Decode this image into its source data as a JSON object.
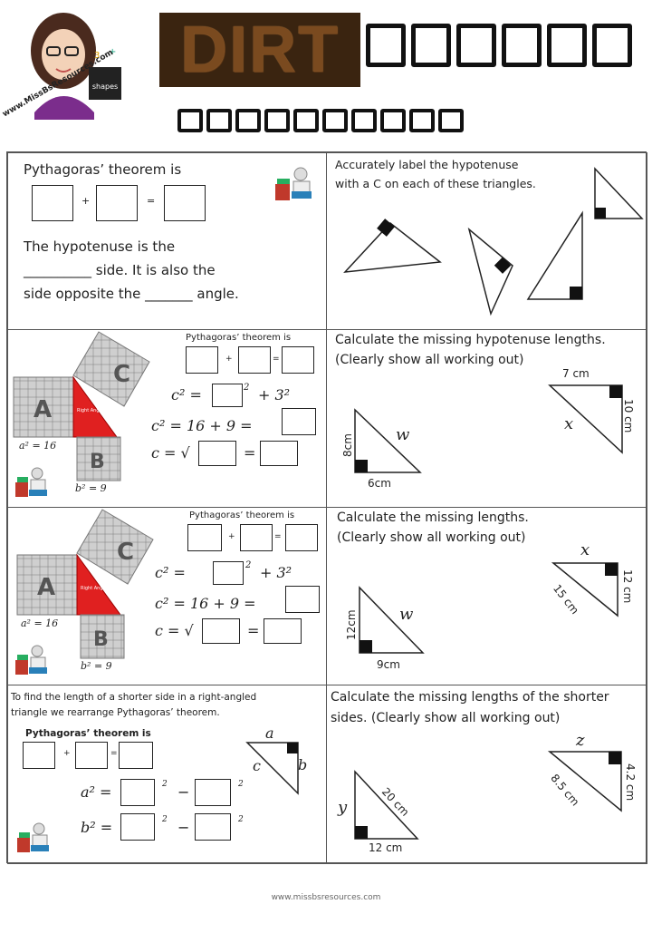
{
  "header": {
    "title": "DIRT",
    "title_box_count": 6,
    "subtitle_box_count": 10,
    "logo_url": "www.MissBsResources.com"
  },
  "sec1": {
    "left_line1": "Pythagoras’ theorem is",
    "plus": "+",
    "equals": "=",
    "hyp_line1": "The hypotenuse is the",
    "hyp_line2": "__________ side. It is also the",
    "hyp_line3": "side opposite the _______ angle.",
    "right_line1": "Accurately label the hypotenuse",
    "right_line2": "with a C on each of these triangles."
  },
  "sec2": {
    "theorem_small": "Pythagoras’ theorem is",
    "plus": "+",
    "equals": "=",
    "eq1": "c² =",
    "eq1_sq": "2",
    "eq1_tail": "+ 3²",
    "eq2": "c² = 16 + 9 =",
    "eq3": "c = √",
    "eq3_eq": "=",
    "sq_a": "A",
    "sq_b": "B",
    "sq_c": "C",
    "tri_label": "Right Angle Triangle",
    "a_label": "a² = 16",
    "b_label": "b² = 9",
    "right_line1": "Calculate the missing hypotenuse lengths.",
    "right_line2": "(Clearly show all working out)",
    "t1_top": "7 cm",
    "t1_side": "10 cm",
    "t1_var": "x",
    "t2_side": "8cm",
    "t2_bottom": "6cm",
    "t2_var": "w"
  },
  "sec3": {
    "theorem_small": "Pythagoras’ theorem is",
    "plus": "+",
    "equals": "=",
    "eq1": "c² =",
    "eq1_sq": "2",
    "eq1_tail": "+ 3²",
    "eq2": "c² = 16 + 9 =",
    "eq3": "c = √",
    "eq3_eq": "=",
    "sq_a": "A",
    "sq_b": "B",
    "sq_c": "C",
    "tri_label": "Right Angle Triangle",
    "a_label": "a² = 16",
    "b_label": "b² = 9",
    "right_line1": "Calculate the missing lengths.",
    "right_line2": "(Clearly show all working out)",
    "t1_var": "x",
    "t1_hyp": "15 cm",
    "t1_side": "12 cm",
    "t2_side": "12cm",
    "t2_bottom": "9cm",
    "t2_var": "w"
  },
  "sec4": {
    "intro1": "To find the length of a shorter side in a right-angled",
    "intro2": "triangle we rearrange Pythagoras’ theorem.",
    "theorem_bold": "Pythagoras’ theorem is",
    "plus": "+",
    "equals": "=",
    "eq_a": "a² =",
    "eq_b": "b² =",
    "sq": "2",
    "minus": "−",
    "tri_a": "a",
    "tri_b": "b",
    "tri_c": "c",
    "right_line1": "Calculate the missing lengths of the shorter",
    "right_line2": "sides. (Clearly show all working out)",
    "t1_var": "z",
    "t1_hyp": "8.5 cm",
    "t1_side": "4.2 cm",
    "t2_var": "y",
    "t2_hyp": "20 cm",
    "t2_bottom": "12 cm"
  },
  "footer": "www.missbsresources.com"
}
